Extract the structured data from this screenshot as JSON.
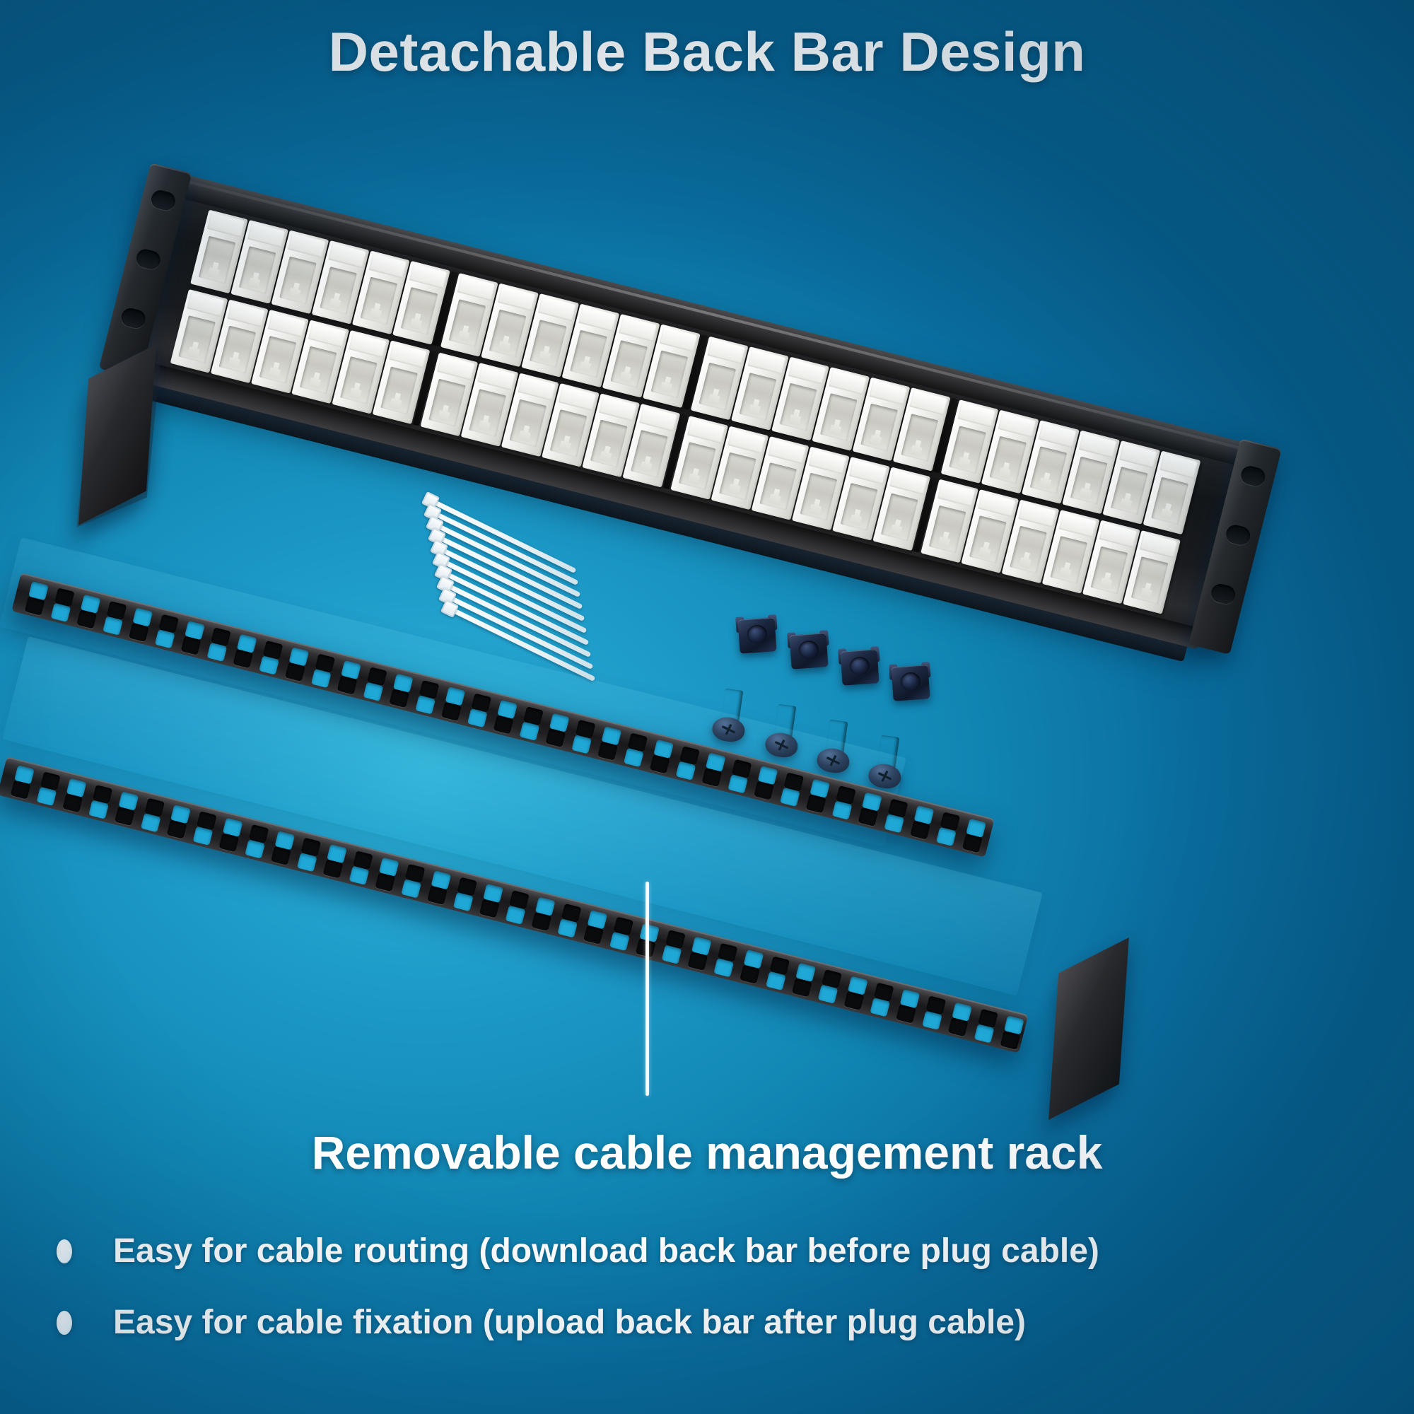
{
  "page": {
    "title": "Detachable Back Bar Design",
    "subtitle": "Removable cable management rack",
    "background_color": "#1186b3",
    "accent_color": "#29abd4",
    "text_color": "#ffffff"
  },
  "bullets": [
    {
      "text": "Easy for cable routing (download back bar before plug cable)"
    },
    {
      "text": "Easy for cable fixation (upload back bar after plug cable)"
    }
  ],
  "product": {
    "name": "48-port RJ45 keystone patch panel",
    "panel_color": "#1a1a1c",
    "jack_color": "#f2f2ee",
    "rows": 2,
    "ports_per_row": 24,
    "ports_total": 48,
    "group_size": 6,
    "mounting_slots_per_ear": 3
  },
  "accessories": [
    {
      "name": "cable ties",
      "count": 10,
      "color": "#f0f7fa"
    },
    {
      "name": "cage nuts",
      "count": 4,
      "color": "#1c2740"
    },
    {
      "name": "mounting screws",
      "count": 4,
      "color": "#26324f"
    }
  ],
  "back_bar": {
    "name": "Removable cable management back bar",
    "count": 2,
    "color": "#232326",
    "hole_rows": 2
  },
  "callout": {
    "name": "back-bar pointer line",
    "color": "#ffffff"
  }
}
